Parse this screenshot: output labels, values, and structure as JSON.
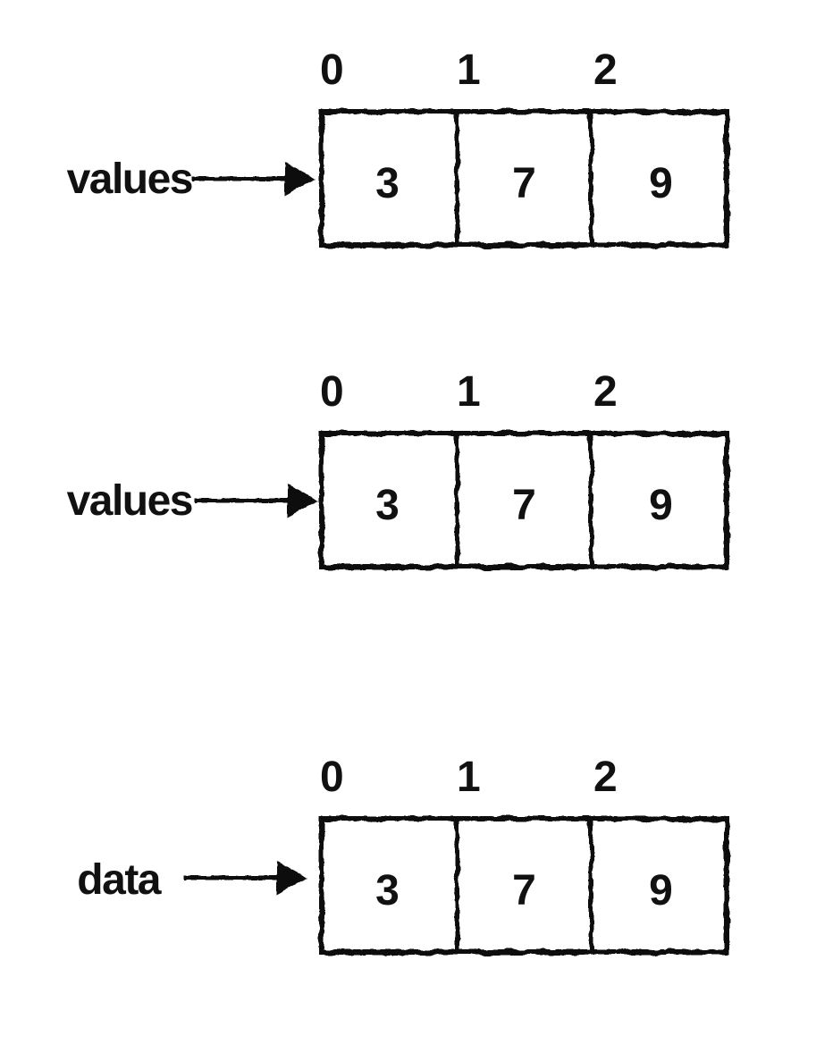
{
  "figure": {
    "description": "Three array reference diagrams",
    "diagrams": [
      {
        "label": "values",
        "indices": [
          "0",
          "1",
          "2"
        ],
        "cells": [
          "3",
          "7",
          "9"
        ]
      },
      {
        "label": "values",
        "indices": [
          "0",
          "1",
          "2"
        ],
        "cells": [
          "3",
          "7",
          "9"
        ]
      },
      {
        "label": "data",
        "indices": [
          "0",
          "1",
          "2"
        ],
        "cells": [
          "3",
          "7",
          "9"
        ]
      }
    ]
  },
  "colors": {
    "ink": "#111111",
    "background": "#ffffff"
  }
}
